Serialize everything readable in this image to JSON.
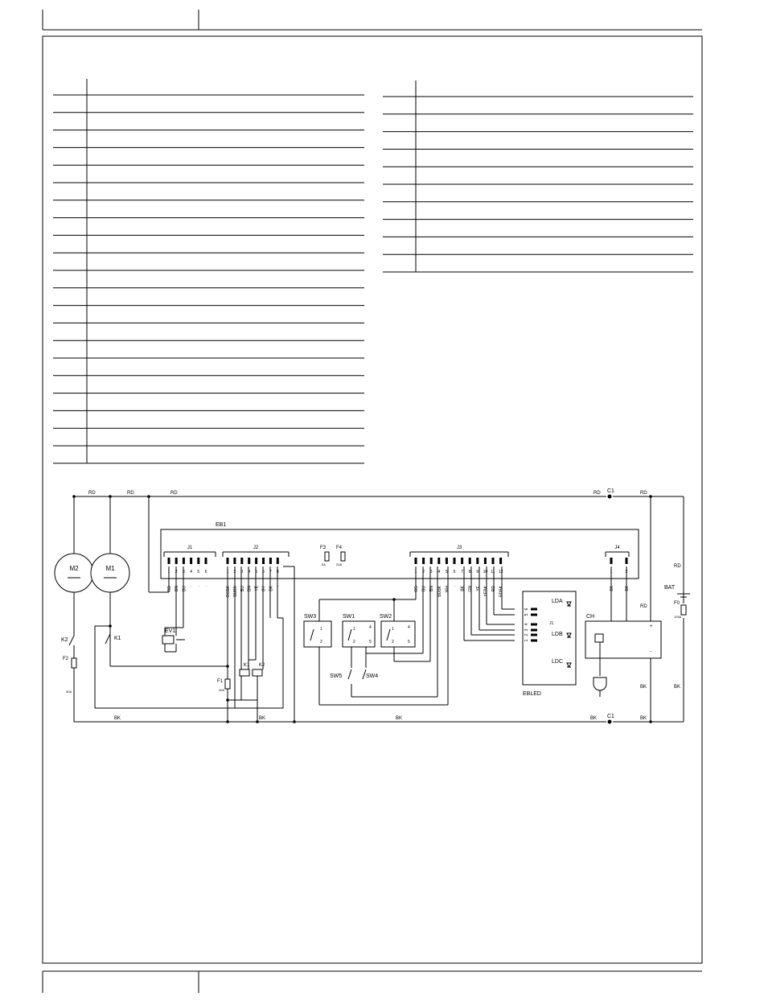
{
  "board": "EB1",
  "connectors": {
    "j1": {
      "name": "J1",
      "pins": [
        "1",
        "2",
        "3",
        "4",
        "5",
        "6"
      ],
      "wires": [
        "RD",
        "BN",
        "BU",
        "·",
        "·",
        "·"
      ]
    },
    "j2": {
      "name": "J2",
      "pins": [
        "1",
        "2",
        "3",
        "4",
        "5",
        "6",
        "7",
        "8"
      ],
      "wires": [
        "OGBK",
        "BUBK",
        "BU",
        "BN",
        "YE",
        "GY",
        "BK",
        "·"
      ]
    },
    "j3": {
      "name": "J3",
      "pins": [
        "1",
        "2",
        "3",
        "4",
        "5",
        "6",
        "7",
        "8",
        "9",
        "10",
        "11",
        "12"
      ],
      "wires": [
        "OG",
        "BU",
        "BN",
        "BUBK",
        "WH",
        "·",
        "BK",
        "GN",
        "YE",
        "YEBK",
        "RD",
        "RDBK"
      ]
    },
    "j4": {
      "name": "J4",
      "pins": [
        "1",
        "2"
      ],
      "wires": [
        "BK",
        "BK"
      ]
    }
  },
  "motors": {
    "m1": "M1",
    "m2": "M2"
  },
  "relays": {
    "k1": "K1",
    "k2": "K2"
  },
  "fuses": {
    "f0": {
      "name": "F0",
      "rating": "125A"
    },
    "f1": {
      "name": "F1",
      "rating": "40A"
    },
    "f2": {
      "name": "F2",
      "rating": "30A"
    },
    "f3": {
      "name": "F3",
      "rating": "5A"
    },
    "f4": {
      "name": "F4",
      "rating": "20A"
    }
  },
  "valve": "EV1",
  "switches": {
    "sw1": "SW1",
    "sw2": "SW2",
    "sw3": "SW3",
    "sw4": "SW4",
    "sw5": "SW5"
  },
  "switch_pins": {
    "p1": "1",
    "p2": "2",
    "p4": "4",
    "p5": "5"
  },
  "led_board": {
    "name": "EBLED",
    "leds": [
      "LDA",
      "LDB",
      "LDC"
    ],
    "conn": "J1",
    "pins": [
      "6",
      "5",
      "4",
      "3",
      "2",
      "1"
    ]
  },
  "charger": "CH",
  "battery": {
    "name": "BAT",
    "plus": "+",
    "minus": "-"
  },
  "connector_c1": "C1",
  "wire_colors": {
    "rd": "RD",
    "bk": "BK"
  }
}
